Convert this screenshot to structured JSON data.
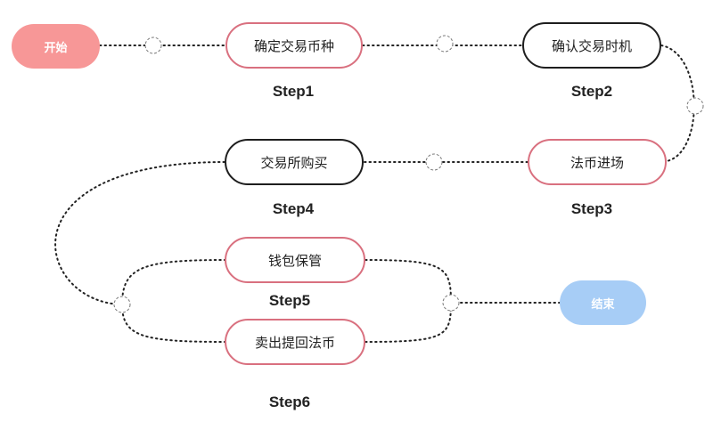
{
  "start": {
    "label": "开始",
    "color": "#f79797"
  },
  "end": {
    "label": "结束",
    "color": "#a7cdf6"
  },
  "nodes": {
    "confirm_currency": "确定交易币种",
    "confirm_timing": "确认交易时机",
    "fiat_entry": "法币进场",
    "exchange_buy": "交易所购买",
    "wallet_custody": "钱包保管",
    "sell_withdraw_fiat": "卖出提回法币"
  },
  "steps": {
    "step1": "Step1",
    "step2": "Step2",
    "step3": "Step3",
    "step4": "Step4",
    "step5": "Step5",
    "step6": "Step6"
  },
  "colors": {
    "pink_border": "#d9707f",
    "dark_border": "#1e1e1e",
    "connector": "#222222"
  }
}
